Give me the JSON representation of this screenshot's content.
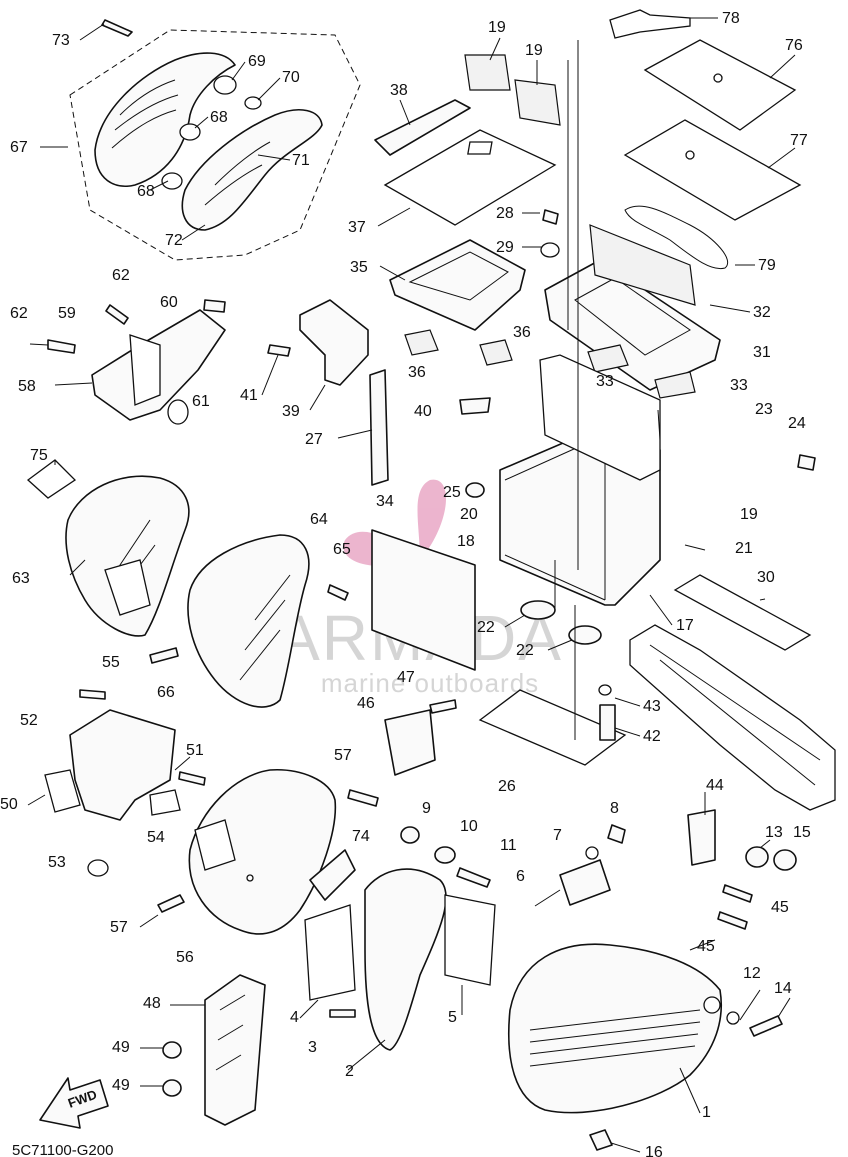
{
  "diagram_code": "5C71100-G200",
  "fwd_label": "FWD",
  "watermark": {
    "brand": "ARMADA",
    "tagline": "marine outboards",
    "colors": {
      "propeller": "#e9a8c6",
      "text": "#a8a8a8"
    }
  },
  "colors": {
    "line": "#111111",
    "background": "#ffffff"
  },
  "callouts": [
    {
      "label": "73"
    },
    {
      "label": "69"
    },
    {
      "label": "70"
    },
    {
      "label": "67"
    },
    {
      "label": "68"
    },
    {
      "label": "71"
    },
    {
      "label": "68"
    },
    {
      "label": "72"
    },
    {
      "label": "19"
    },
    {
      "label": "19"
    },
    {
      "label": "38"
    },
    {
      "label": "37"
    },
    {
      "label": "78"
    },
    {
      "label": "76"
    },
    {
      "label": "77"
    },
    {
      "label": "28"
    },
    {
      "label": "29"
    },
    {
      "label": "35"
    },
    {
      "label": "79"
    },
    {
      "label": "32"
    },
    {
      "label": "62"
    },
    {
      "label": "60"
    },
    {
      "label": "62"
    },
    {
      "label": "59"
    },
    {
      "label": "58"
    },
    {
      "label": "61"
    },
    {
      "label": "41"
    },
    {
      "label": "39"
    },
    {
      "label": "36"
    },
    {
      "label": "36"
    },
    {
      "label": "31"
    },
    {
      "label": "33"
    },
    {
      "label": "33"
    },
    {
      "label": "40"
    },
    {
      "label": "23"
    },
    {
      "label": "27"
    },
    {
      "label": "24"
    },
    {
      "label": "75"
    },
    {
      "label": "25"
    },
    {
      "label": "34"
    },
    {
      "label": "20"
    },
    {
      "label": "19"
    },
    {
      "label": "64"
    },
    {
      "label": "63"
    },
    {
      "label": "65"
    },
    {
      "label": "18"
    },
    {
      "label": "21"
    },
    {
      "label": "30"
    },
    {
      "label": "22"
    },
    {
      "label": "22"
    },
    {
      "label": "17"
    },
    {
      "label": "66"
    },
    {
      "label": "55"
    },
    {
      "label": "47"
    },
    {
      "label": "43"
    },
    {
      "label": "46"
    },
    {
      "label": "52"
    },
    {
      "label": "42"
    },
    {
      "label": "51"
    },
    {
      "label": "26"
    },
    {
      "label": "50"
    },
    {
      "label": "57"
    },
    {
      "label": "54"
    },
    {
      "label": "44"
    },
    {
      "label": "9"
    },
    {
      "label": "8"
    },
    {
      "label": "10"
    },
    {
      "label": "7"
    },
    {
      "label": "13"
    },
    {
      "label": "15"
    },
    {
      "label": "74"
    },
    {
      "label": "11"
    },
    {
      "label": "53"
    },
    {
      "label": "6"
    },
    {
      "label": "57"
    },
    {
      "label": "45"
    },
    {
      "label": "56"
    },
    {
      "label": "45"
    },
    {
      "label": "48"
    },
    {
      "label": "4"
    },
    {
      "label": "5"
    },
    {
      "label": "12"
    },
    {
      "label": "14"
    },
    {
      "label": "3"
    },
    {
      "label": "49"
    },
    {
      "label": "2"
    },
    {
      "label": "49"
    },
    {
      "label": "1"
    },
    {
      "label": "16"
    }
  ]
}
